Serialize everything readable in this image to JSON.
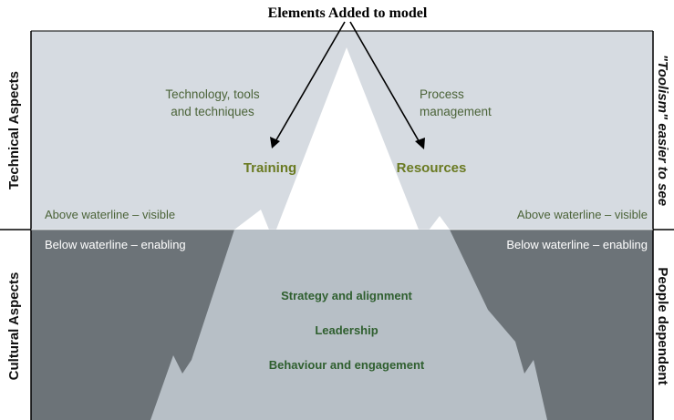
{
  "title": "Elements Added to model",
  "left_labels": {
    "top": "Technical Aspects",
    "bottom": "Cultural Aspects"
  },
  "right_labels": {
    "top": "\"Toolism\" easier to see",
    "bottom": "People dependent"
  },
  "above_waterline": {
    "left_item": [
      "Technology, tools",
      "and techniques"
    ],
    "right_item": [
      "Process",
      "management"
    ],
    "added_left": "Training",
    "added_right": "Resources",
    "waterline_left": "Above waterline – visible",
    "waterline_right": "Above waterline – visible"
  },
  "below_waterline": {
    "waterline_left": "Below waterline – enabling",
    "waterline_right": "Below waterline – enabling",
    "items": [
      "Strategy and alignment",
      "Leadership",
      "Behaviour and engagement"
    ]
  },
  "colors": {
    "sky": "#d6dbe1",
    "water": "#6c7378",
    "ice_above": "#ffffff",
    "ice_below": "#b7bfc6",
    "green_text": "#4b6338",
    "added_text": "#6a7a22",
    "cultural_text": "#2f5f2f"
  }
}
